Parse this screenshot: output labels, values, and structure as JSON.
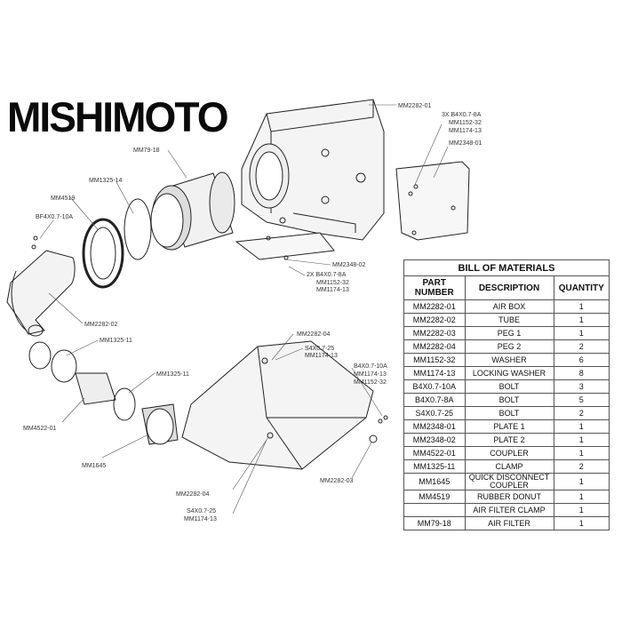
{
  "brand": {
    "logo_text": "MISHIMOTO"
  },
  "callouts": {
    "mm2282_01": "MM2282-01",
    "hw_top_1": "3X B4X0.7-8A",
    "hw_top_2": "MM1152-32",
    "hw_top_3": "MM1174-13",
    "mm2348_01": "MM2348-01",
    "mm79_18": "MM79-18",
    "mm1325_14": "MM1325-14",
    "mm4519": "MM4519",
    "bf4": "BF4X0.7-10A",
    "mm2348_02": "MM2348-02",
    "hw_mid_1": "2X B4X0.7-8A",
    "hw_mid_2": "MM1152-32",
    "hw_mid_3": "MM1174-13",
    "mm2282_02": "MM2282-02",
    "mm1325_11_a": "MM1325-11",
    "mm1325_11_b": "MM1325-11",
    "mm4522_01": "MM4522-01",
    "mm1645": "MM1645",
    "mm2282_04_top": "MM2282-04",
    "s4_top_1": "S4X0.7-25",
    "s4_top_2": "MM1174-13",
    "b4_right_1": "B4X0.7-10A",
    "b4_right_2": "MM1174-13",
    "b4_right_3": "MM1152-32",
    "mm2282_04_bot": "MM2282-04",
    "mm2282_03": "MM2282-03",
    "s4_bot_1": "S4X0.7-25",
    "s4_bot_2": "MM1174-13"
  },
  "bom": {
    "title": "BILL OF MATERIALS",
    "headers": [
      "PART NUMBER",
      "DESCRIPTION",
      "QUANTITY"
    ],
    "rows": [
      [
        "MM2282-01",
        "AIR BOX",
        "1"
      ],
      [
        "MM2282-02",
        "TUBE",
        "1"
      ],
      [
        "MM2282-03",
        "PEG 1",
        "1"
      ],
      [
        "MM2282-04",
        "PEG 2",
        "2"
      ],
      [
        "MM1152-32",
        "WASHER",
        "6"
      ],
      [
        "MM1174-13",
        "LOCKING WASHER",
        "8"
      ],
      [
        "B4X0.7-10A",
        "BOLT",
        "3"
      ],
      [
        "B4X0.7-8A",
        "BOLT",
        "5"
      ],
      [
        "S4X0.7-25",
        "BOLT",
        "2"
      ],
      [
        "MM2348-01",
        "PLATE 1",
        "1"
      ],
      [
        "MM2348-02",
        "PLATE 2",
        "1"
      ],
      [
        "MM4522-01",
        "COUPLER",
        "1"
      ],
      [
        "MM1325-11",
        "CLAMP",
        "2"
      ],
      [
        "MM1645",
        "QUICK DISCONNECT COUPLER",
        "1"
      ],
      [
        "MM4519",
        "RUBBER DONUT",
        "1"
      ],
      [
        "",
        "AIR FILTER CLAMP",
        "1"
      ],
      [
        "MM79-18",
        "AIR FILTER",
        "1"
      ]
    ]
  }
}
